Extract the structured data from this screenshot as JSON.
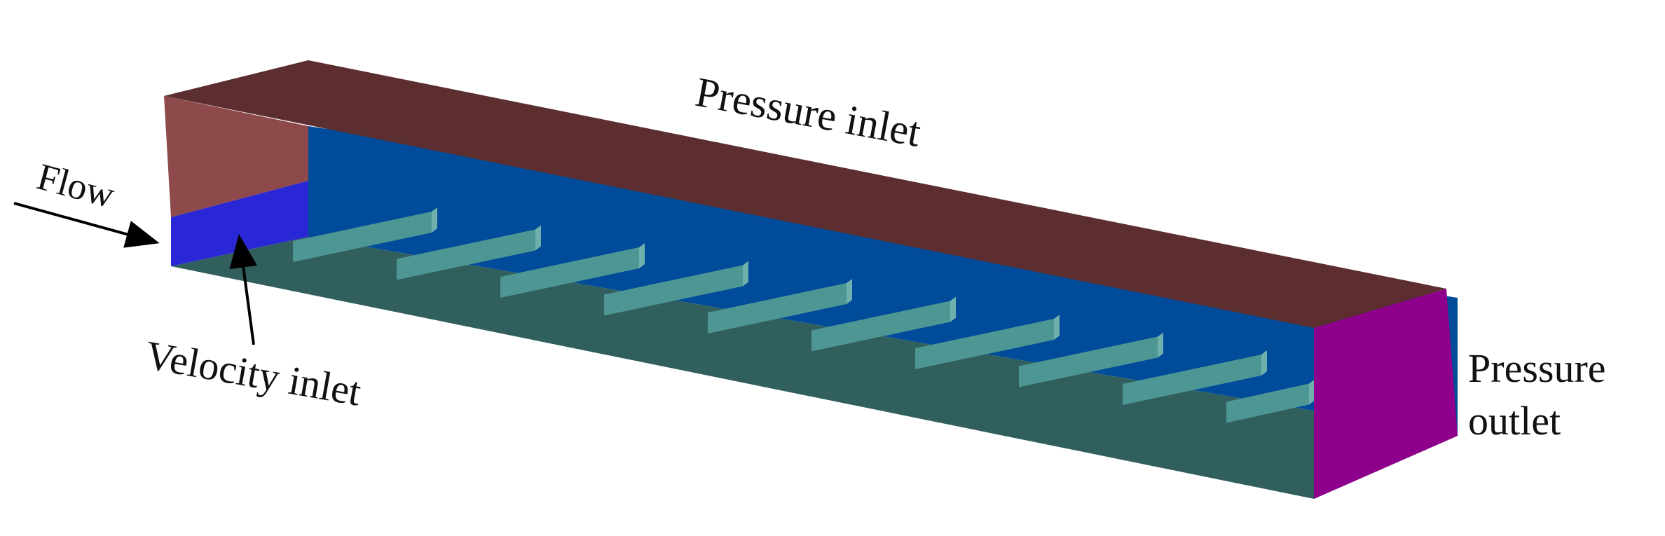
{
  "labels": {
    "flow": "Flow",
    "velocity_inlet": "Velocity inlet",
    "pressure_inlet": "Pressure inlet",
    "pressure_outlet_line1": "Pressure",
    "pressure_outlet_line2": "outlet"
  },
  "colors": {
    "pressure_inlet_top": "#5C2E30",
    "left_upper_face": "#8E4A4B",
    "velocity_inlet_face": "#2A28D6",
    "back_wall": "#004C9B",
    "floor": "#305F5E",
    "ribs": "#4E9693",
    "pressure_outlet_face": "#8E008C",
    "arrow": "#000000"
  },
  "rib_count": 10
}
